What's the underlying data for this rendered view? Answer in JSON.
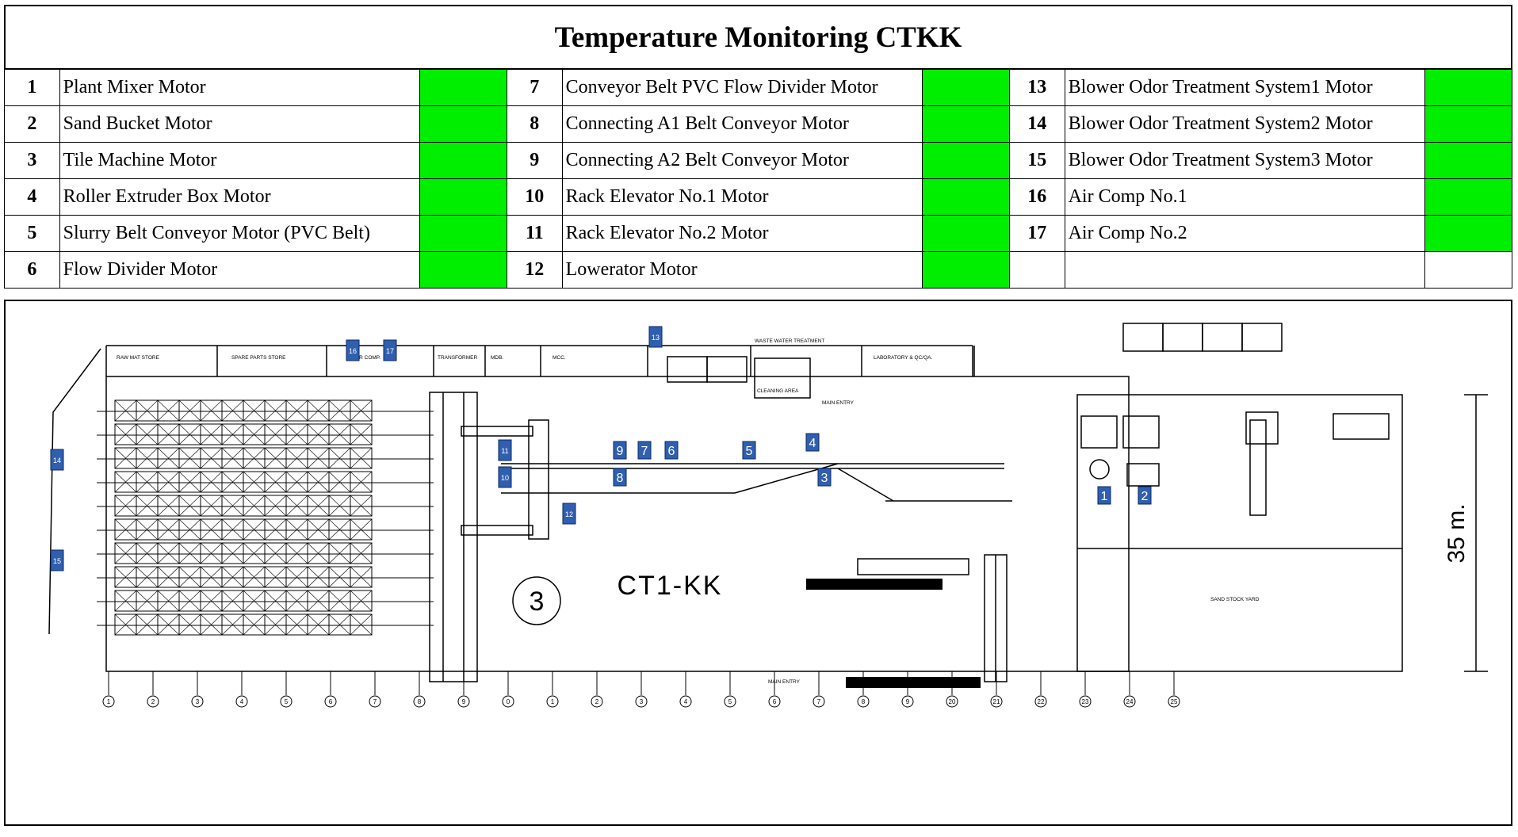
{
  "title": "Temperature Monitoring CTKK",
  "colors": {
    "ok_status": "#00ee00",
    "marker_fill": "#2f5fae",
    "marker_text": "#ffffff"
  },
  "motors": [
    {
      "no": "1",
      "name": "Plant Mixer Motor",
      "status": "ok"
    },
    {
      "no": "2",
      "name": "Sand Bucket Motor",
      "status": "ok"
    },
    {
      "no": "3",
      "name": "Tile Machine Motor",
      "status": "ok"
    },
    {
      "no": "4",
      "name": "Roller Extruder Box Motor",
      "status": "ok"
    },
    {
      "no": "5",
      "name": "Slurry Belt Conveyor Motor  (PVC Belt)",
      "status": "ok"
    },
    {
      "no": "6",
      "name": "Flow Divider Motor",
      "status": "ok"
    },
    {
      "no": "7",
      "name": "Conveyor Belt PVC Flow Divider Motor",
      "status": "ok"
    },
    {
      "no": "8",
      "name": "Connecting A1 Belt Conveyor Motor",
      "status": "ok"
    },
    {
      "no": "9",
      "name": "Connecting A2 Belt Conveyor Motor",
      "status": "ok"
    },
    {
      "no": "10",
      "name": "Rack Elevator No.1 Motor",
      "status": "ok"
    },
    {
      "no": "11",
      "name": "Rack Elevator No.2 Motor",
      "status": "ok"
    },
    {
      "no": "12",
      "name": "Lowerator Motor",
      "status": "ok"
    },
    {
      "no": "13",
      "name": "Blower Odor Treatment System1 Motor",
      "status": "ok"
    },
    {
      "no": "14",
      "name": "Blower Odor Treatment System2 Motor",
      "status": "ok"
    },
    {
      "no": "15",
      "name": "Blower Odor Treatment System3 Motor",
      "status": "ok"
    },
    {
      "no": "16",
      "name": "Air Comp No.1",
      "status": "ok"
    },
    {
      "no": "17",
      "name": "Air Comp No.2",
      "status": "ok"
    }
  ],
  "plan": {
    "zone_label": "CT1-KK",
    "plant_number": "3",
    "dimension_label": "35 m.",
    "room_labels": [
      "RAW MAT STORE",
      "SPARE PARTS STORE",
      "AIR COMP.",
      "TRANSFORMER",
      "MDB.",
      "MCC.",
      "WASTE WATER TREATMENT",
      "LABORATORY & QC/QA.",
      "CLEANING AREA",
      "MAIN ENTRY",
      "MAIN ENTRY",
      "SAND STOCK YARD"
    ],
    "grid_labels": [
      "1",
      "2",
      "3",
      "4",
      "5",
      "6",
      "7",
      "8",
      "9",
      "0",
      "1",
      "2",
      "3",
      "4",
      "5",
      "6",
      "7",
      "8",
      "9",
      "20",
      "21",
      "22",
      "23",
      "24",
      "25"
    ],
    "markers": [
      "1",
      "2",
      "3",
      "4",
      "5",
      "6",
      "7",
      "8",
      "9",
      "10",
      "11",
      "12",
      "13",
      "14",
      "15",
      "16",
      "17"
    ]
  }
}
